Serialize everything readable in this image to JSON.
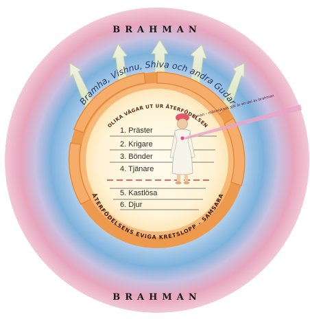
{
  "diagram": {
    "brahman_top": "BRAHMAN",
    "brahman_bottom": "BRAHMAN",
    "gods_label": "Bramha, Vishnu, Shiva och andra Gudar",
    "paths_label": "OLIKA VÄGAR UT UR ÅTERFÖDELSEN",
    "atman_label": "Atman – människans själ är en del av brahman",
    "castes": [
      "1. Präster",
      "2. Krigare",
      "3. Bönder",
      "4. Tjänare"
    ],
    "outcastes": [
      "5. Kastlösa",
      "6. Djur"
    ],
    "cycle_label": "ÅTERFÖDELSENS EVIGA KRETSLOPP – SAMSARA",
    "colors": {
      "outer_pink": "#e7a6bd",
      "blue_ring": "#7fb3dc",
      "orange_ring": "#ee9a4e",
      "inner_cream": "#fff5dd",
      "caste_divider": "#d83a3a",
      "rays": "#d8e8c0"
    }
  }
}
